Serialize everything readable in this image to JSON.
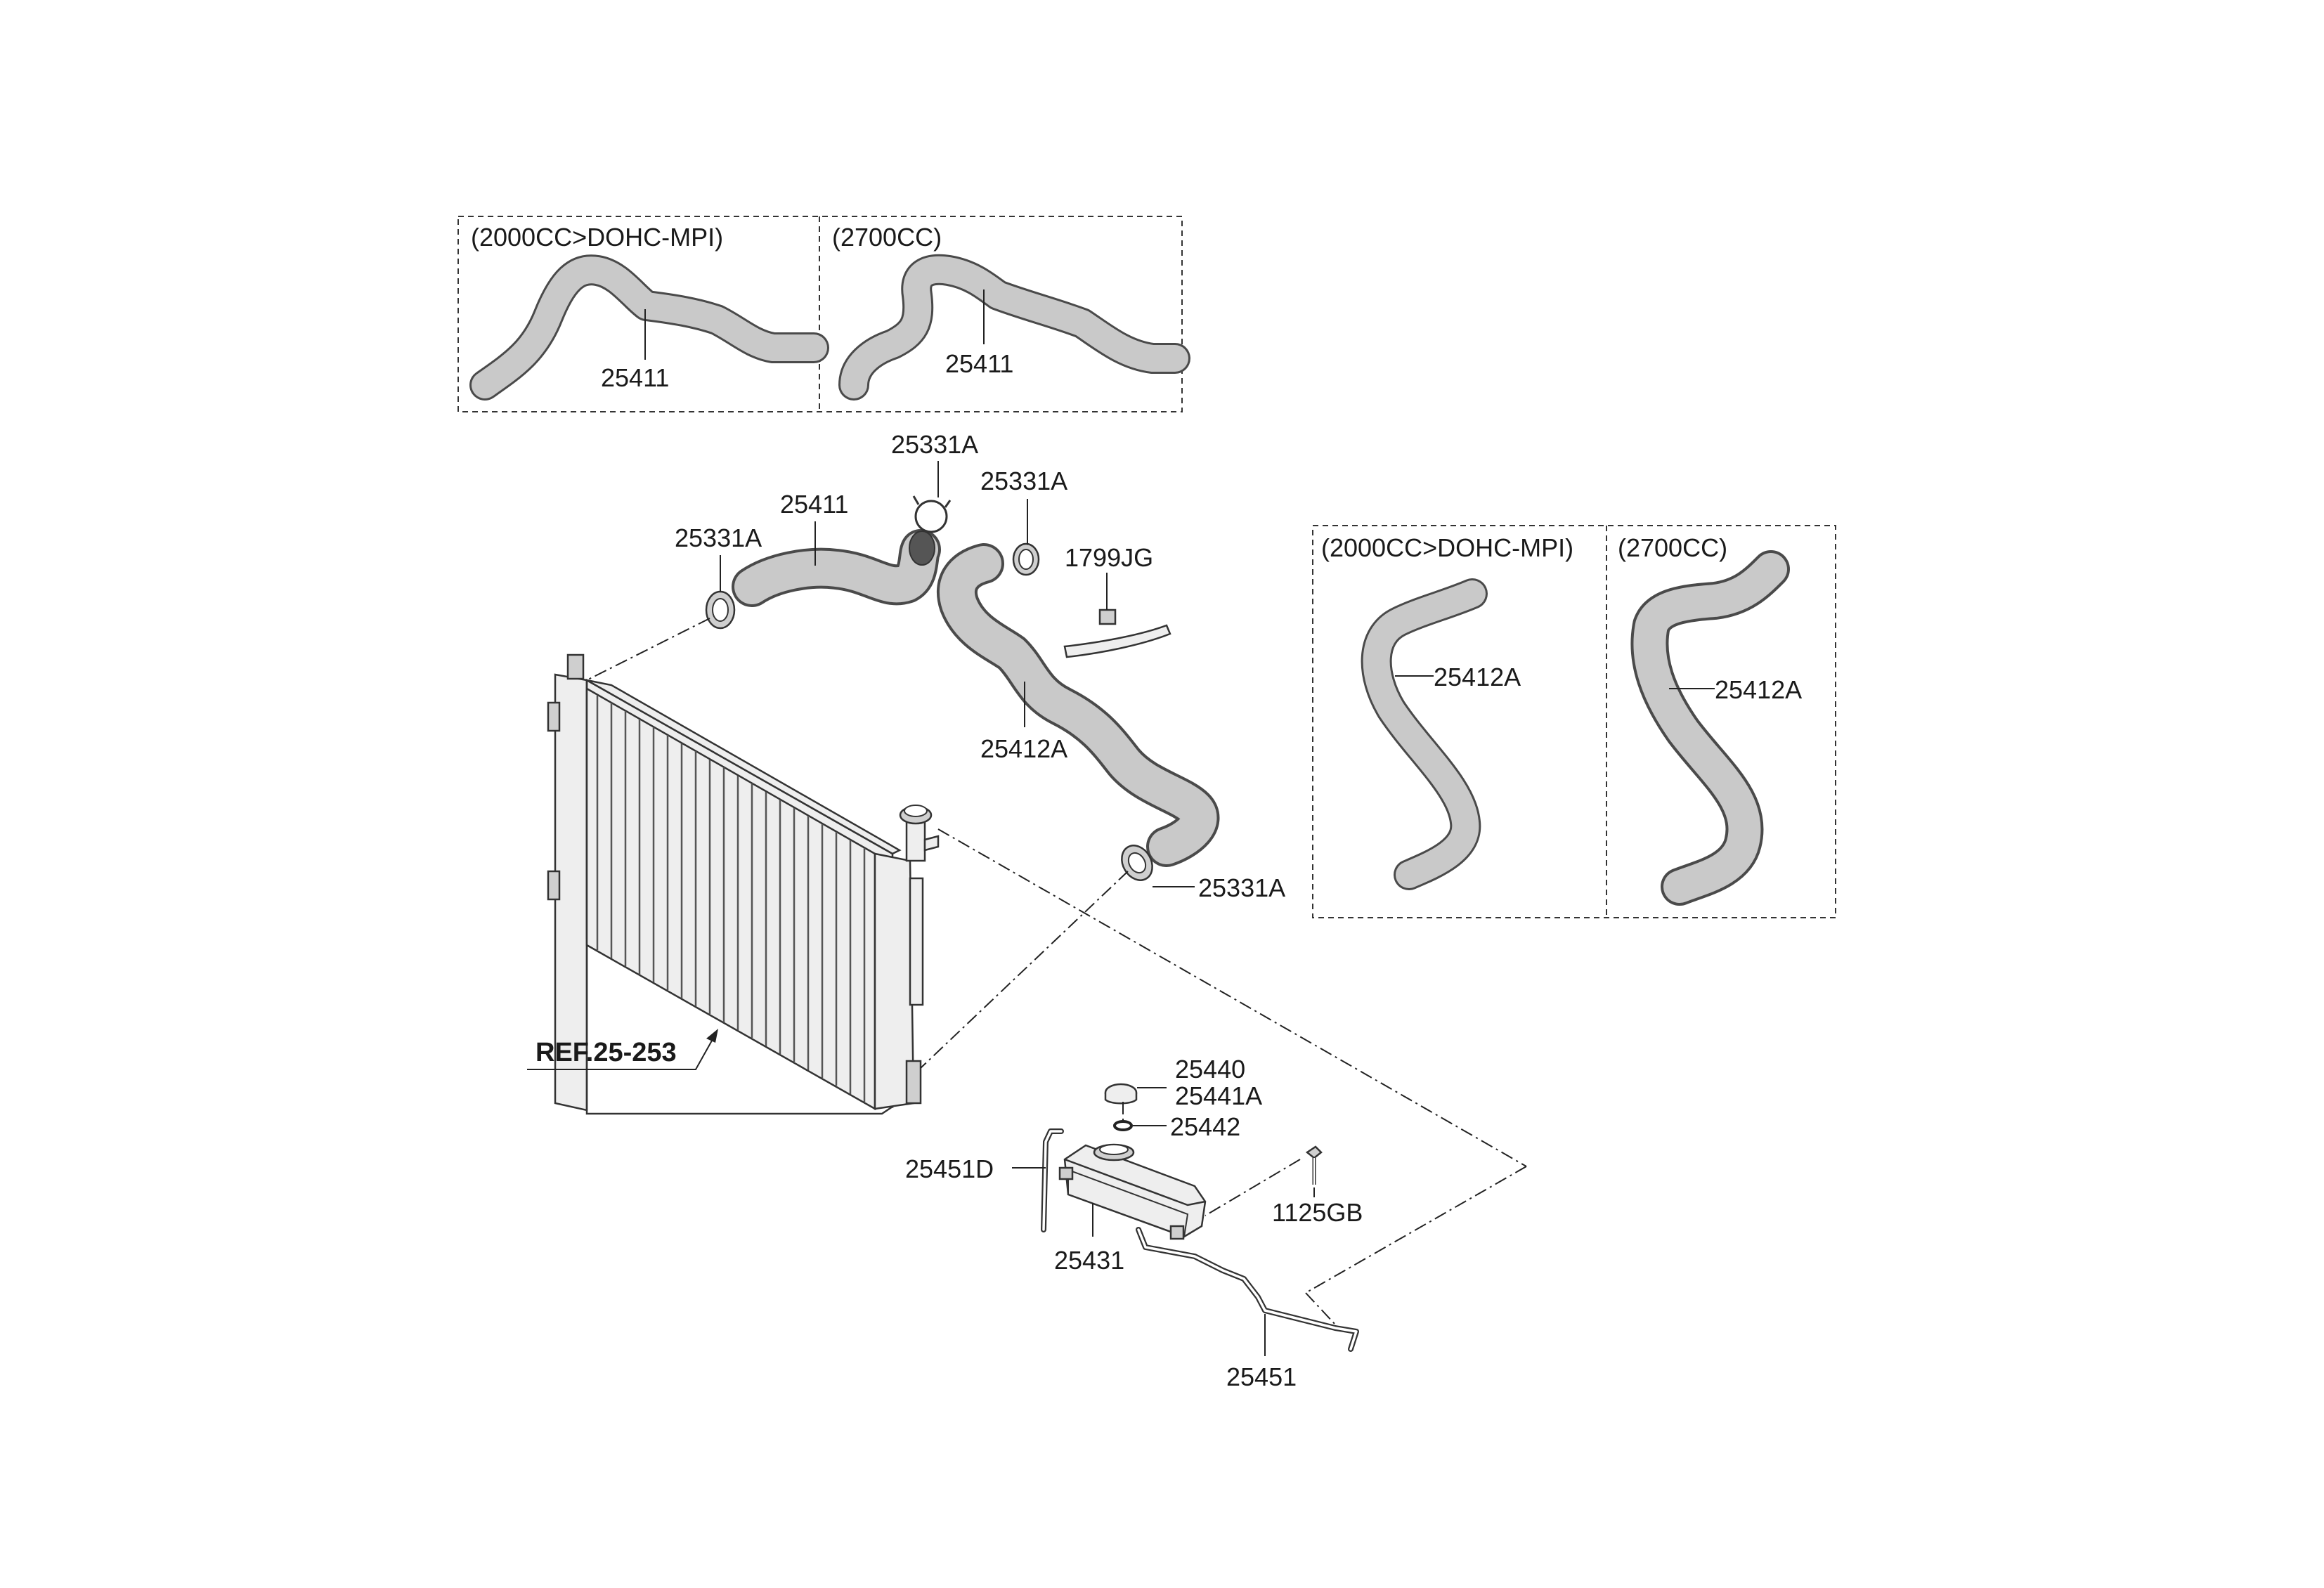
{
  "variants": {
    "top_left": "(2000CC>DOHC-MPI)",
    "top_right": "(2700CC)",
    "right_left": "(2000CC>DOHC-MPI)",
    "right_right": "(2700CC)"
  },
  "labels": {
    "hose_upper_2000": "25411",
    "hose_upper_2700": "25411",
    "clamp_top_center": "25331A",
    "clamp_top_right": "25331A",
    "hose_upper_main": "25411",
    "clamp_left": "25331A",
    "bracket": "1799JG",
    "hose_lower_main": "25412A",
    "clamp_lower": "25331A",
    "hose_lower_2000": "25412A",
    "hose_lower_2700": "25412A",
    "reference": "REF.25-253",
    "cap": "25440",
    "cap_alt": "25441A",
    "seal": "25442",
    "tube_overflow": "25451D",
    "bolt": "1125GB",
    "reservoir": "25431",
    "hose_reservoir": "25451"
  }
}
